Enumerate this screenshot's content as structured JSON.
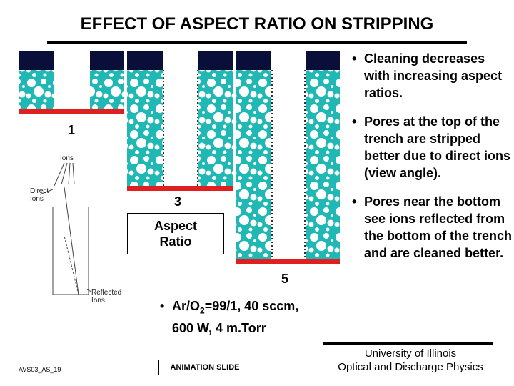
{
  "slide": {
    "title": "EFFECT OF ASPECT RATIO ON STRIPPING",
    "slide_id": "AVS03_AS_19"
  },
  "figure": {
    "trench_labels": [
      "1",
      "3",
      "5"
    ],
    "aspect_label_line1": "Aspect",
    "aspect_label_line2": "Ratio",
    "ion_labels": {
      "ions": "Ions",
      "direct_line1": "Direct",
      "direct_line2": "Ions",
      "reflected_line1": "Reflected",
      "reflected_line2": "Ions"
    },
    "colors": {
      "porous_material": "#1fb8b4",
      "mask_cap": "#0a0f3a",
      "trench_bottom": "#e02020"
    }
  },
  "bullets": [
    "Cleaning decreases with increasing aspect ratios.",
    "Pores at the top of the trench are stripped better due to direct ions (view angle).",
    "Pores near the bottom see ions reflected from the bottom of the trench and are cleaned better."
  ],
  "conditions": {
    "gas_prefix": "Ar/O",
    "gas_subscript": "2",
    "gas_line1_rest": "=99/1, 40 sccm,",
    "gas_line2": "600 W, 4 m.Torr"
  },
  "footer": {
    "animation_label": "ANIMATION SLIDE",
    "university": "University of Illinois",
    "group": "Optical and Discharge Physics"
  }
}
